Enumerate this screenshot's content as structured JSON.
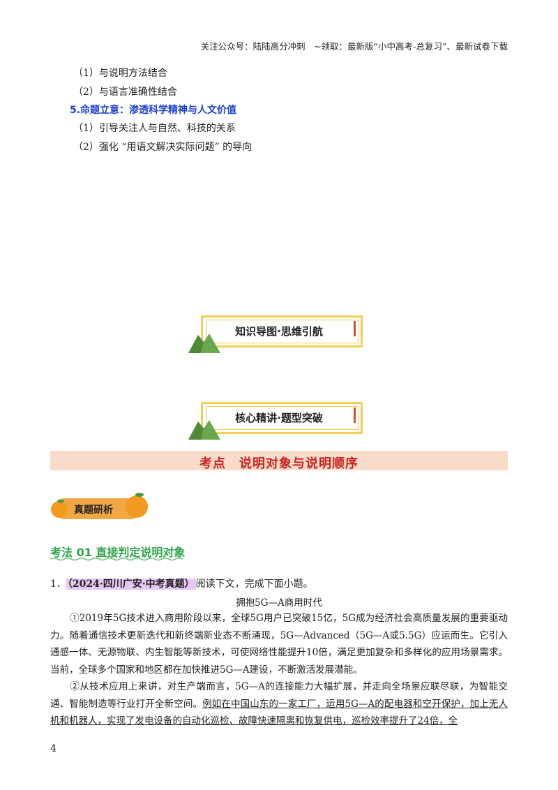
{
  "header": {
    "text": "关注公众号：陆陆高分冲刺　~领取：最新版“小中高考-总复习”、最新试卷下载"
  },
  "outline": {
    "item1": "（1）与说明方法结合",
    "item2": "（2）与语言准确性结合",
    "heading5": "5.命题立意：渗透科学精神与人文价值",
    "item3": "（1）引导关注人与自然、科技的关系",
    "item4": "（2）强化 “用语文解决实际问题” 的导向"
  },
  "banners": {
    "mindmap": "知识导图·思维引航",
    "core": "核心精讲·题型突破"
  },
  "kaodian": "考点　说明对象与说明顺序",
  "pill": "真题研析",
  "method": "考法 01  直接判定说明对象",
  "question": {
    "number": "1．",
    "tag": "（2024·四川广安·中考真题）",
    "prompt": "阅读下文，完成下面小题。"
  },
  "passage": {
    "title": "拥抱5G—A商用时代",
    "p1": "①2019年5G技术进入商用阶段以来，全球5G用户已突破15亿，5G成为经济社会高质量发展的重要驱动力。随着通信技术更新迭代和新终端新业态不断涌现，5G—Advanced（5G—A或5.5G）应运而生。它引入通感一体、无源物联、内生智能等新技术，可使网络性能提升10倍，满足更加复杂和多样化的应用场景需求。当前，全球多个国家和地区都在加快推进5G—A建设，不断激活发展潜能。",
    "p2a": "②从技术应用上来讲，对生产端而言，5G—A的连接能力大幅扩展，并走向全场景应联尽联，为智能交通、智能制造等行业打开全新空间。",
    "p2b": "例如在中国山东的一家工厂，运用5G—A的配电器和空开保护，加上无人机和机器人，实现了发电设备的自动化巡检、故障快速隔离和恢复供电，巡检效率提升了24倍，全"
  },
  "page_number": "4"
}
